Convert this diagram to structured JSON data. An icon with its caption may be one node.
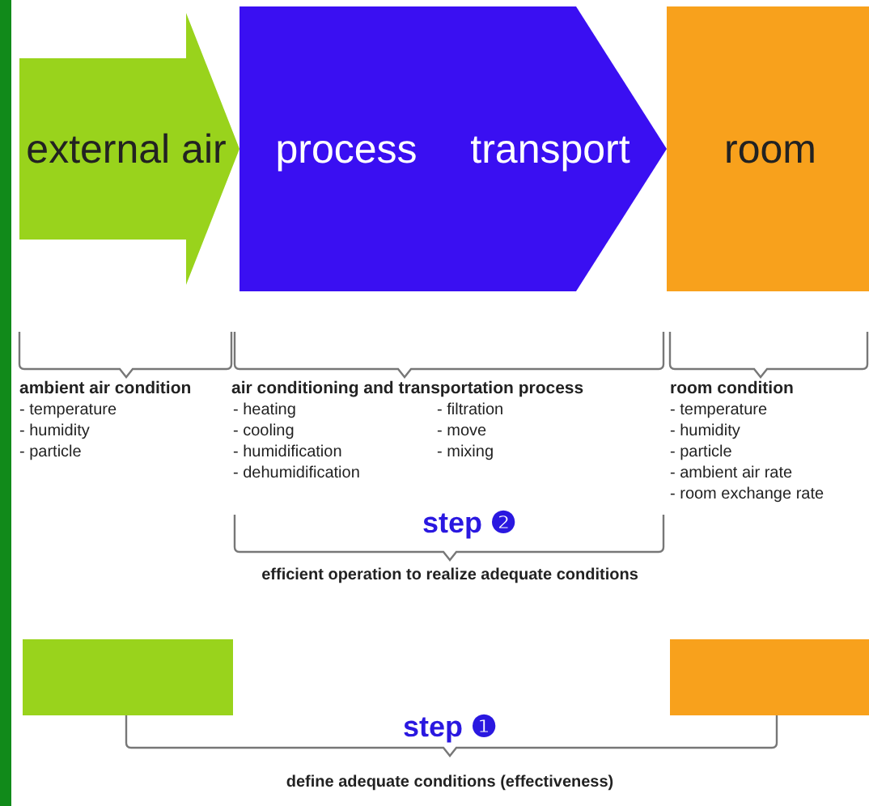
{
  "diagram": {
    "nodes": [
      {
        "text": [
          "external air"
        ]
      },
      {
        "text": [
          "process"
        ]
      },
      {
        "text": [
          "transport"
        ]
      },
      {
        "text": [
          "room"
        ]
      },
      {
        "text": [],
        "shape": "box"
      },
      {
        "text": [],
        "shape": "box"
      }
    ],
    "labels": [
      "ambient air condition",
      "- temperature",
      "- humidity",
      "- particle",
      "air conditioning and transportation process",
      "- heating",
      "- cooling",
      "- humidification",
      "- dehumidification",
      "- filtration",
      "- move",
      "- mixing",
      "room condition",
      "- temperature",
      "- humidity",
      "- particle",
      "- ambient air rate",
      "- room exchange rate",
      "step ❷",
      "efficient operation to realize adequate conditions",
      "step ❶",
      "define adequate conditions (effectiveness)"
    ]
  }
}
